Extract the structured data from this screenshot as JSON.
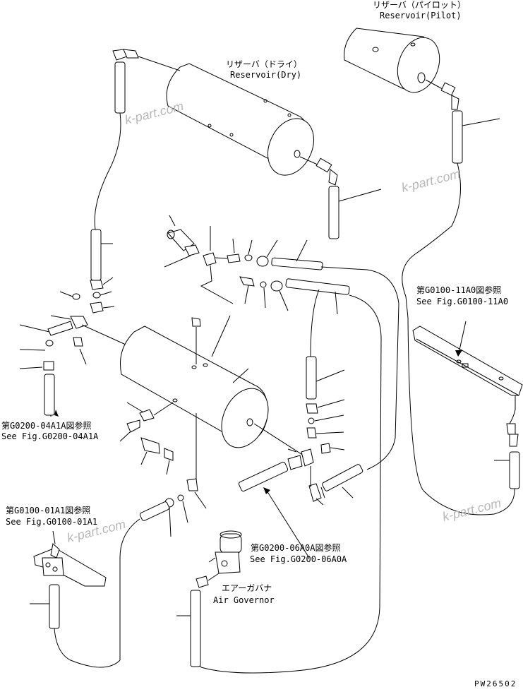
{
  "labels": {
    "reservoir_pilot_jp": "リザーバ（パイロット）",
    "reservoir_pilot_en": "Reservoir(Pilot)",
    "reservoir_dry_jp": "リザーバ（ドライ）",
    "reservoir_dry_en": "Reservoir(Dry)",
    "ref_g0100_11a0_jp": "第G0100-11A0図参照",
    "ref_g0100_11a0_en": "See Fig.G0100-11A0",
    "ref_g0200_04a1a_jp": "第G0200-04A1A図参照",
    "ref_g0200_04a1a_en": "See Fig.G0200-04A1A",
    "ref_g0100_01a1_jp": "第G0100-01A1図参照",
    "ref_g0100_01a1_en": "See Fig.G0100-01A1",
    "ref_g0200_06a0a_jp": "第G0200-06A0A図参照",
    "ref_g0200_06a0a_en": "See Fig.G0200-06A0A",
    "air_governor_jp": "エアーガバナ",
    "air_governor_en": "Air Governor",
    "drawing_code": "PW26502"
  },
  "watermarks": [
    "k-part.com",
    "k-part.com",
    "k-part.com",
    "k-part.com"
  ]
}
